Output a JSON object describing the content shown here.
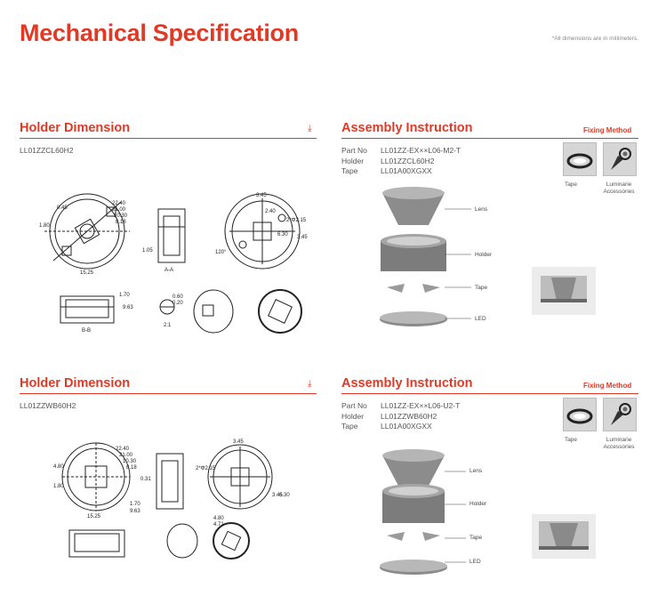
{
  "page": {
    "title": "Mechanical Specification",
    "note": "*All dimensions are in millimeters."
  },
  "blocks": [
    {
      "holder_title": "Holder Dimension",
      "holder_model": "LL01ZZCL60H2",
      "assembly_title": "Assembly Instruction",
      "fixing_method": "Fixing Method",
      "specs": [
        {
          "key": "Part No",
          "value": "LL01ZZ-EX××L06-M2-T"
        },
        {
          "key": "Holder",
          "value": "LL01ZZCL60H2"
        },
        {
          "key": "Tape",
          "value": "LL01A00XGXX"
        }
      ],
      "fix_tape": "Tape",
      "fix_accessories": "Luminarie Accessories",
      "components": [
        "Lens",
        "Holder",
        "Tape",
        "LED"
      ],
      "dims": {
        "d1": "22.40",
        "d2": "21.00",
        "d3": "10.30",
        "d4": "8.18",
        "a1": "0.45",
        "a2": "1.80",
        "w": "15.25",
        "sec": "A",
        "secA": "A-A",
        "h1": "1.05",
        "t1": "3.45",
        "t2": "2.40",
        "t3": "2*Φ2.15",
        "t4": "6.30",
        "t5": "3.45",
        "ang": "120°",
        "bb": "B-B",
        "b1": "1.70",
        "b2": "9.63",
        "c1": "0.60",
        "c2": "0.20",
        "det": "2:1"
      }
    },
    {
      "holder_title": "Holder Dimension",
      "holder_model": "LL01ZZWB60H2",
      "assembly_title": "Assembly Instruction",
      "fixing_method": "Fixing Method",
      "specs": [
        {
          "key": "Part No",
          "value": "LL01ZZ-EX××L06-U2-T"
        },
        {
          "key": "Holder",
          "value": "LL01ZZWB60H2"
        },
        {
          "key": "Tape",
          "value": "LL01A00XGXX"
        }
      ],
      "fix_tape": "Tape",
      "fix_accessories": "Luminarie Accessories",
      "components": [
        "Lens",
        "Holder",
        "Tape",
        "LED"
      ],
      "dims": {
        "d1": "22.40",
        "d2": "21.00",
        "d3": "10.30",
        "d4": "8.18",
        "a1": "4.80",
        "a2": "1.80",
        "w": "15.25",
        "h": "9.63",
        "h2": "1.70",
        "c1": "0.31",
        "c2": "2*Φ2.15",
        "t1": "3.45",
        "t2": "6.30",
        "e1": "4.80",
        "e2": "4.71",
        "top": "3.45"
      }
    }
  ]
}
